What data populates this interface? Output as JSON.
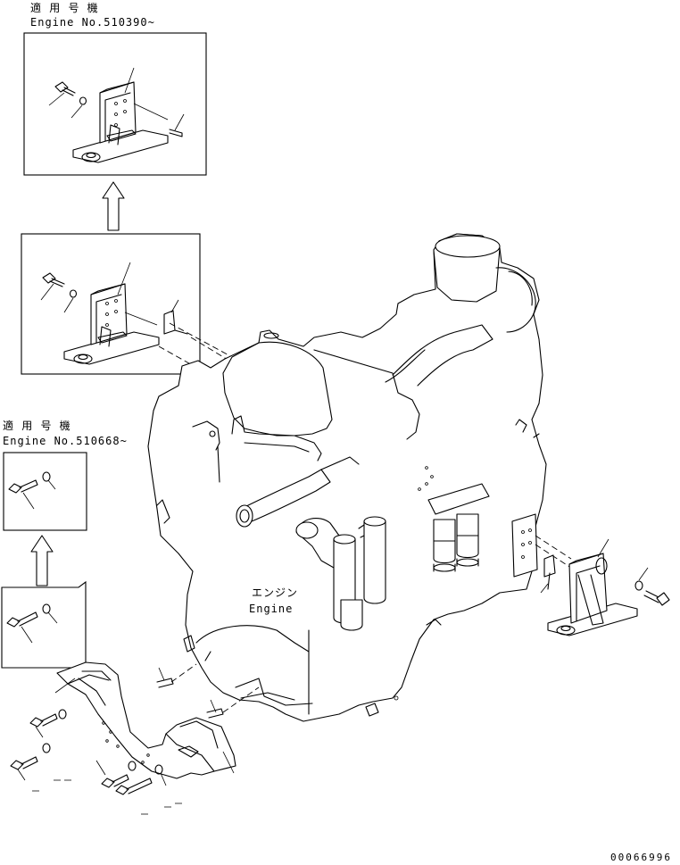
{
  "labels": {
    "top_applicable": "適 用 号 機",
    "top_engine_no": "Engine No.510390~",
    "left_applicable": "適 用 号 機",
    "left_engine_no": "Engine No.510668~",
    "engine_jp": "エンジン",
    "engine_en": "Engine",
    "part_number": "00066996"
  }
}
